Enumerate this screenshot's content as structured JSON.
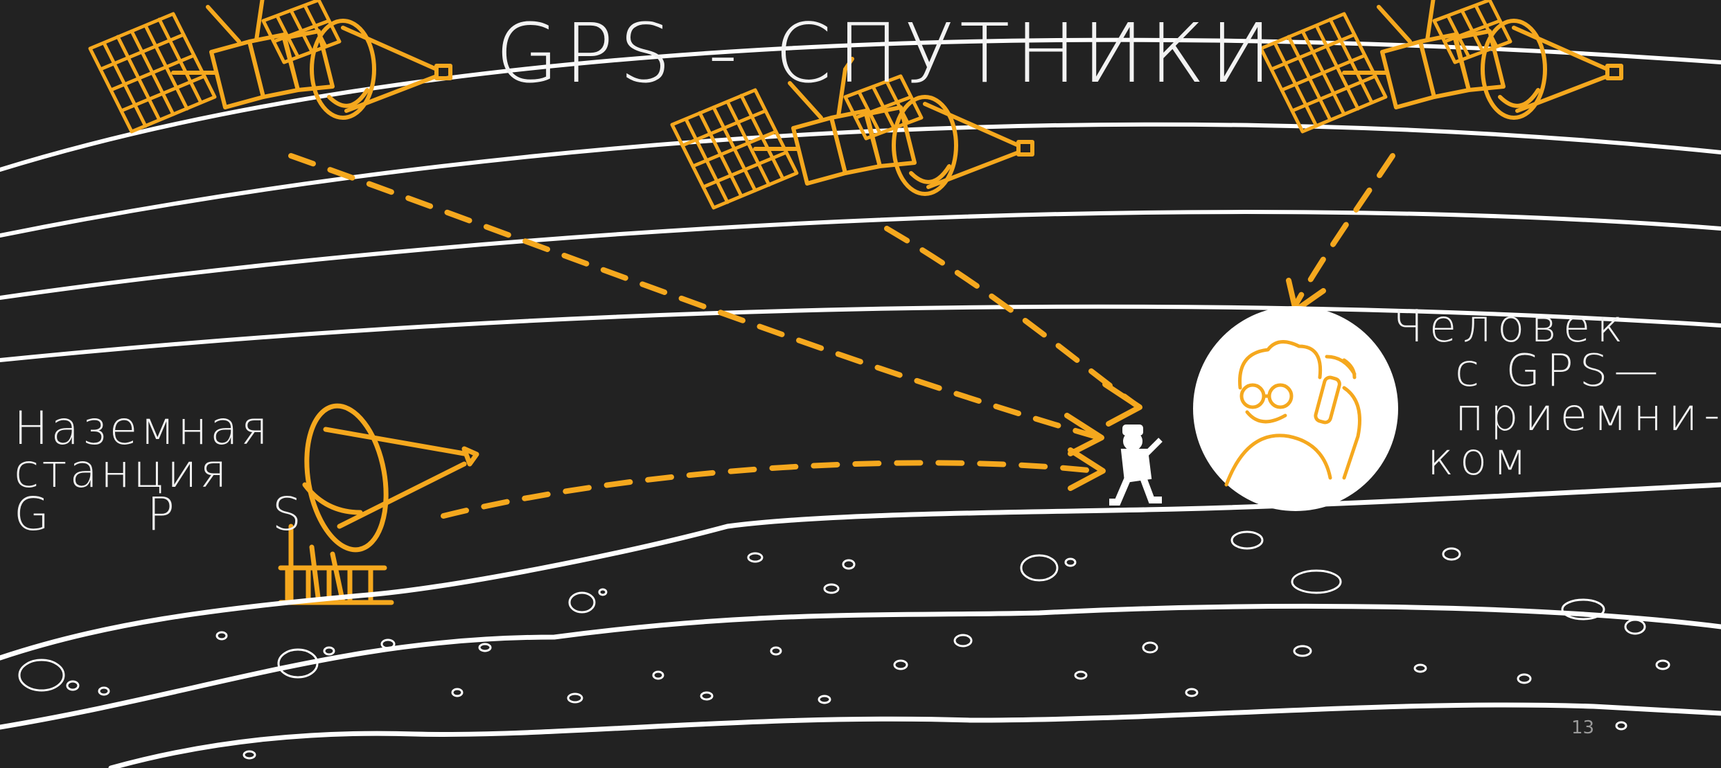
{
  "title": "GPS - СПУТНИКИ",
  "ground_station": {
    "line1": "Наземная",
    "line2": "станция",
    "line3": "G P S"
  },
  "person_label": {
    "line1": "Человек",
    "line2": "с GPS—",
    "line3": "приемни-",
    "line4": "ком"
  },
  "page_number": "13",
  "colors": {
    "background": "#222222",
    "accent": "#f5a81e",
    "chalk": "#ffffff"
  },
  "icons": [
    "satellite-icon",
    "satellite-icon",
    "satellite-icon",
    "dish-antenna-icon",
    "walking-person-icon",
    "person-with-phone-icon"
  ]
}
